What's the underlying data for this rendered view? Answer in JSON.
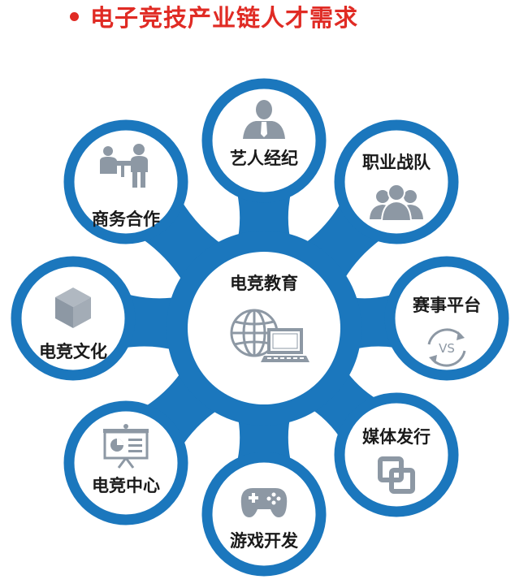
{
  "header": {
    "title": "电子竞技产业链人才需求",
    "accent_color": "#e02b24"
  },
  "diagram": {
    "ring_color": "#1b77bd",
    "icon_color": "#8d98a4",
    "center": {
      "label": "电竞教育",
      "icon": "globe-laptop-icon"
    },
    "nodes": [
      {
        "id": "artist-agent",
        "label": "艺人经纪",
        "icon": "person-tie-icon"
      },
      {
        "id": "pro-team",
        "label": "职业战队",
        "icon": "team-people-icon"
      },
      {
        "id": "event-platform",
        "label": "赛事平台",
        "icon": "vs-cycle-icon"
      },
      {
        "id": "media-publish",
        "label": "媒体发行",
        "icon": "linked-squares-icon"
      },
      {
        "id": "game-dev",
        "label": "游戏开发",
        "icon": "gamepad-icon"
      },
      {
        "id": "esports-center",
        "label": "电竞中心",
        "icon": "presentation-board-icon"
      },
      {
        "id": "esports-culture",
        "label": "电竞文化",
        "icon": "cube-icon"
      },
      {
        "id": "business-coop",
        "label": "商务合作",
        "icon": "meeting-people-icon"
      }
    ]
  }
}
